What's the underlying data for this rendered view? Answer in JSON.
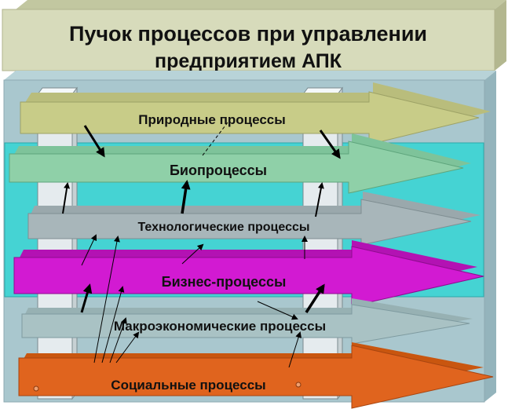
{
  "title": {
    "line1": "Пучок процессов при управлении",
    "line2": "предприятием АПК"
  },
  "processes": [
    {
      "label": "Природные процессы",
      "color": "#c8cc88"
    },
    {
      "label": "Биопроцессы",
      "color": "#8fd0a8"
    },
    {
      "label": "Технологические процессы",
      "color": "#a8b6ba"
    },
    {
      "label": "Бизнес-процессы",
      "color": "#d21ad2"
    },
    {
      "label": "Макроэкономические процессы",
      "color": "#a9c2c4"
    },
    {
      "label": "Социальные процессы",
      "color": "#e0641e"
    }
  ],
  "colors": {
    "title_box": "#d7dbbb",
    "frame": "#a9c7ce",
    "cyan_band": "#45d3d3",
    "pillar": "#e5ebee",
    "arrow_line": "#000000"
  }
}
